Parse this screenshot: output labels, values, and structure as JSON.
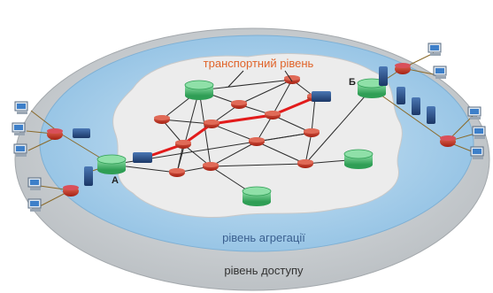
{
  "labels": {
    "transport": "транспортний рівень",
    "aggregation": "рівень агрегації",
    "access": "рівень доступу",
    "node_a": "А",
    "node_b": "Б"
  },
  "colors": {
    "access_ring": "#cfd3d6",
    "aggregation_ring": "#a9cfe9",
    "transport_cloud": "#ebebeb",
    "core_router": "#c9321f",
    "aggregation_node": "#52c77a",
    "path_highlight": "#e21b1b",
    "link": "#2b2b2b",
    "switch": "#23457a",
    "access_router": "#b51124",
    "label_orange": "#e0642a",
    "label_blue": "#3a5f8f",
    "label_dark": "#333333"
  },
  "icons": [
    "router-icon",
    "aggregation-node-icon",
    "switch-icon",
    "pc-icon",
    "access-router-icon"
  ]
}
